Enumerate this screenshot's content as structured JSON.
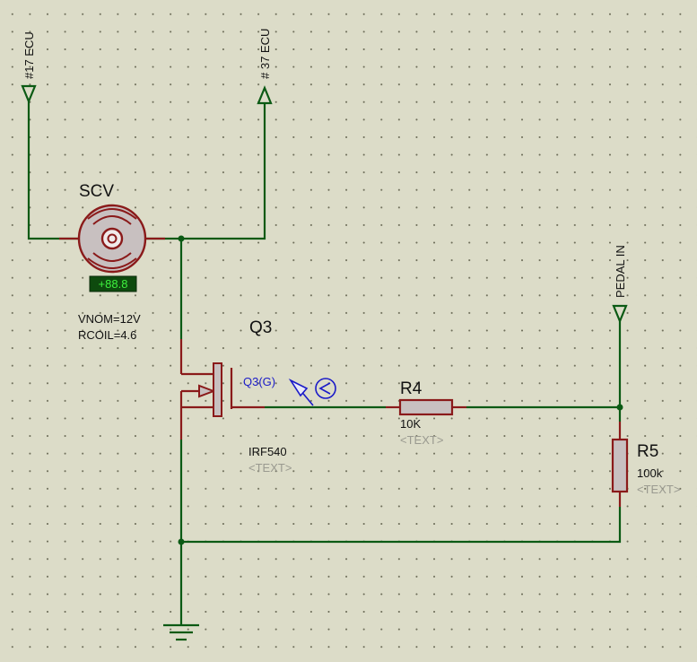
{
  "terminals": {
    "ecu17": "#17 ECU",
    "ecu37": "# 37 ECU",
    "pedal_in": "PEDAL IN"
  },
  "scv": {
    "name": "SCV",
    "readout": "+88.8",
    "vnom": "VNOM=12V",
    "rcoil": "RCOIL=4.6"
  },
  "q3": {
    "name": "Q3",
    "part": "IRF540",
    "text_placeholder": "<TEXT>",
    "probe_label": "Q3(G)"
  },
  "r4": {
    "name": "R4",
    "value": "10K",
    "text_placeholder": "<TEXT>"
  },
  "r5": {
    "name": "R5",
    "value": "100k",
    "text_placeholder": "<TEXT>"
  },
  "colors": {
    "wire": "#0b5a14",
    "component": "#8a1a1a",
    "background": "#dcdcc8",
    "probe": "#1a1ac8",
    "readout_bg": "#0e4a0e",
    "readout_text": "#3ef03e"
  }
}
